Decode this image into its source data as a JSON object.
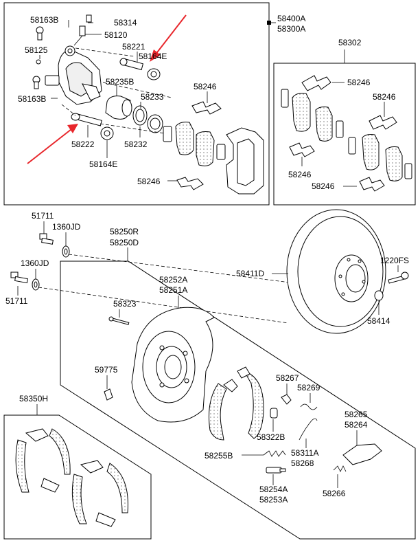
{
  "labels": {
    "l58163B_top": "58163B",
    "l58314": "58314",
    "l58120": "58120",
    "l58125": "58125",
    "l58221": "58221",
    "l58164E_top": "58164E",
    "l58235B": "58235B",
    "l58233": "58233",
    "l58246_a": "58246",
    "l58163B_bot": "58163B",
    "l58222": "58222",
    "l58232": "58232",
    "l58164E_bot": "58164E",
    "l58246_b": "58246",
    "l58400A": "58400A",
    "l58300A": "58300A",
    "l58302": "58302",
    "l58246_r1": "58246",
    "l58246_r2": "58246",
    "l58246_r3": "58246",
    "l58246_r4": "58246",
    "l51711_a": "51711",
    "l1360JD_a": "1360JD",
    "l1360JD_b": "1360JD",
    "l51711_b": "51711",
    "l58250R": "58250R",
    "l58250D": "58250D",
    "l58252A": "58252A",
    "l58251A": "58251A",
    "l58323": "58323",
    "l59775": "59775",
    "l58411D": "58411D",
    "l1220FS": "1220FS",
    "l58414": "58414",
    "l58267": "58267",
    "l58269": "58269",
    "l58322B": "58322B",
    "l58265": "58265",
    "l58264": "58264",
    "l58255B": "58255B",
    "l58311A": "58311A",
    "l58268": "58268",
    "l58254A": "58254A",
    "l58253A": "58253A",
    "l58266": "58266",
    "l58350H": "58350H"
  },
  "colors": {
    "arrow": "#e8262b",
    "line": "#000000",
    "background": "#ffffff"
  }
}
